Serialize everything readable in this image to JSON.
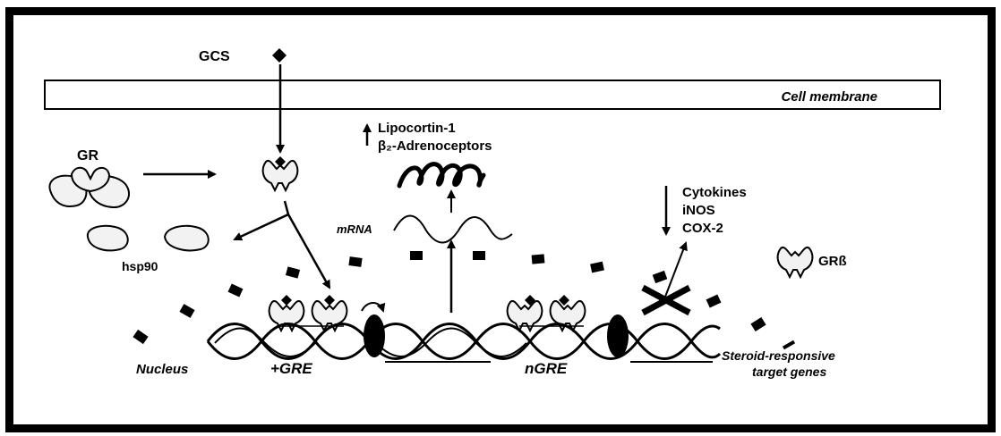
{
  "labels": {
    "gcs": "GCS",
    "cell_membrane": "Cell membrane",
    "gr": "GR",
    "hsp90": "hsp90",
    "lipocortin": "Lipocortin-1",
    "adrenoceptors": "β₂-Adrenoceptors",
    "mrna": "mRNA",
    "cytokines": "Cytokines",
    "inos": "iNOS",
    "cox2": "COX-2",
    "gr_beta": "GRß",
    "nucleus": "Nucleus",
    "pos_gre": "+GRE",
    "ngre": "nGRE",
    "steroid_line1": "Steroid-responsive",
    "steroid_line2": "target genes"
  },
  "colors": {
    "ink": "#000000",
    "background": "#ffffff",
    "shape_fill": "#f2f2f2"
  },
  "icons": {
    "up_arrow": "up-arrow-icon",
    "down_arrow": "down-arrow-icon"
  }
}
